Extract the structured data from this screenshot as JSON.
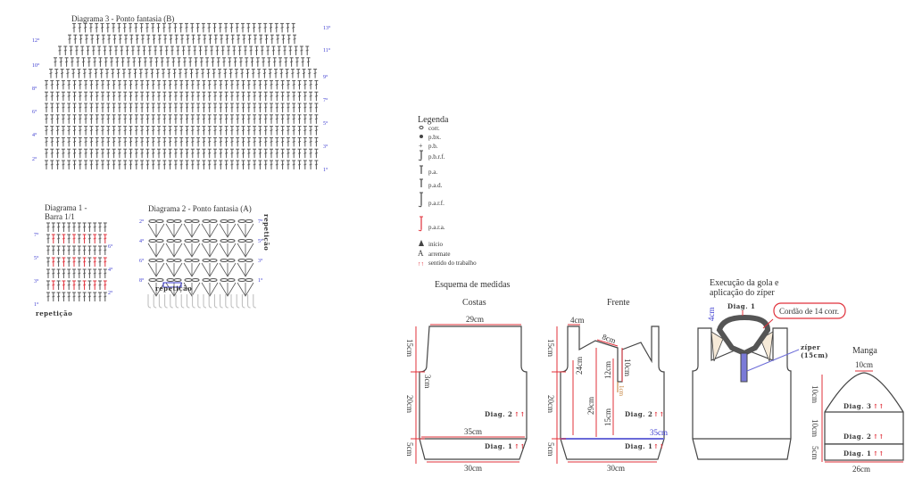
{
  "diagram3": {
    "title": "Diagrama 3 - Ponto fantasia (B)",
    "rows_left": [
      "2°",
      "4°",
      "6°",
      "8°",
      "10°",
      "12°"
    ],
    "rows_right": [
      "1°",
      "3°",
      "5°",
      "7°",
      "9°",
      "11°",
      "13°"
    ]
  },
  "diagram1": {
    "title_line1": "Diagrama 1 -",
    "title_line2": "Barra 1/1",
    "rows_left": [
      "1°",
      "3°",
      "5°",
      "7°"
    ],
    "rows_right": [
      "2°",
      "4°",
      "6°"
    ],
    "repeat_label": "repetição"
  },
  "diagram2": {
    "title": "Diagrama 2 - Ponto fantasia (A)",
    "rows_left": [
      "2°",
      "4°",
      "6°",
      "8°"
    ],
    "rows_right": [
      "1°",
      "3°",
      "5°",
      "7°"
    ],
    "repeat_label": "repetição",
    "repeat_label_side": "repetição"
  },
  "legend": {
    "title": "Legenda",
    "items": [
      {
        "icon": "chain-icon",
        "label": "corr."
      },
      {
        "icon": "slip-stitch-icon",
        "label": "p.bx."
      },
      {
        "icon": "single-crochet-icon",
        "label": "p.b."
      },
      {
        "icon": "front-post-sc-icon",
        "label": "p.b.r.f."
      },
      {
        "icon": "double-crochet-icon",
        "label": "p.a."
      },
      {
        "icon": "treble-crochet-icon",
        "label": "p.a.d."
      },
      {
        "icon": "front-post-dc-icon",
        "label": "p.a.r.f."
      },
      {
        "icon": "back-post-dc-icon",
        "label": "p.a.r.a."
      },
      {
        "icon": "start-icon",
        "label": "início"
      },
      {
        "icon": "finish-icon",
        "label": "arremate"
      },
      {
        "icon": "work-direction-icon",
        "label": "sentido do trabalho"
      }
    ]
  },
  "schema": {
    "title": "Esquema de medidas",
    "costas": {
      "title": "Costas",
      "top": "29cm",
      "armhole": "15cm",
      "armhole_in": "3cm",
      "body": "20cm",
      "waist": "35cm",
      "rib": "5cm",
      "bottom": "30cm",
      "diag2": "Diag. 2",
      "diag1": "Diag. 1",
      "arrows": "↑↑"
    },
    "frente": {
      "title": "Frente",
      "shoulder": "4cm",
      "neck": "8cm",
      "armhole": "15cm",
      "h24": "24cm",
      "h29": "29cm",
      "h12": "12cm",
      "h10": "10cm",
      "h1": "1cm",
      "h15": "15cm",
      "body": "20cm",
      "waist": "35cm",
      "rib": "5cm",
      "bottom": "30cm",
      "diag2": "Diag. 2",
      "diag1": "Diag. 1",
      "arrows": "↑↑"
    },
    "gola": {
      "title_line1": "Execução  da gola e",
      "title_line2": "aplicação do zíper",
      "diag1": "Diag. 1",
      "collar": "4cm",
      "cord": "Cordão de 14 corr.",
      "zip_line1": "zíper",
      "zip_line2": "(15cm)"
    },
    "manga": {
      "title": "Manga",
      "top": "10cm",
      "cap": "10cm",
      "mid": "10cm",
      "rib": "5cm",
      "bottom": "26cm",
      "diag3": "Diag. 3",
      "diag2": "Diag. 2",
      "diag1": "Diag. 1",
      "arrows": "↑↑"
    }
  },
  "colors": {
    "accent_red": "#e0303a",
    "row_blue": "#3a3ad0",
    "zip_blue": "#6a6ad8",
    "line": "#444444"
  }
}
